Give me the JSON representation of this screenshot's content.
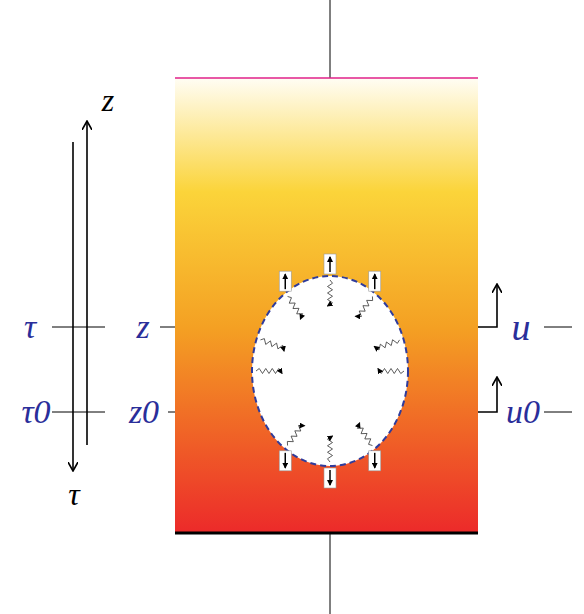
{
  "diagram": {
    "labels": [
      "z",
      "τ",
      "τ",
      "z",
      "τ0",
      "z0",
      "u",
      "u0"
    ]
  }
}
